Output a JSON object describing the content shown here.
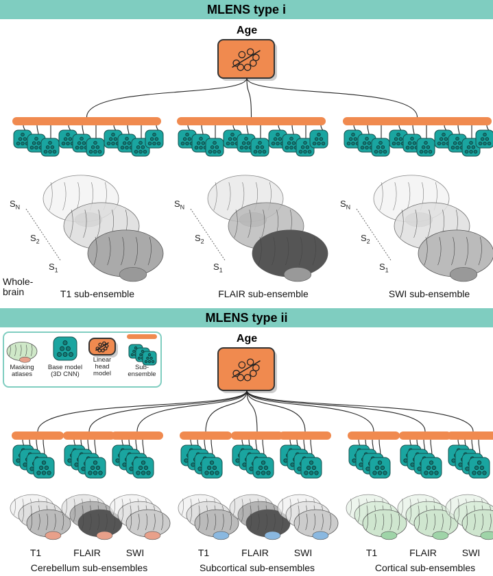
{
  "type_i": {
    "title": "MLENS type i",
    "target": "Age",
    "side_label": "Whole-\nbrain",
    "slice_labels": {
      "n": "N",
      "two": "2",
      "one": "1",
      "s": "S"
    },
    "sub_ensembles": [
      "T1 sub-ensemble",
      "FLAIR sub-ensemble",
      "SWI sub-ensemble"
    ]
  },
  "type_ii": {
    "title": "MLENS type ii",
    "target": "Age",
    "modalities": [
      "T1",
      "FLAIR",
      "SWI"
    ],
    "groups": [
      "Cerebellum sub-ensembles",
      "Subcortical sub-ensembles",
      "Cortical sub-ensembles"
    ]
  },
  "legend": {
    "items": [
      "Masking\natlases",
      "Base model\n(3D CNN)",
      "Linear\nhead\nmodel",
      "Sub-\nensemble"
    ]
  },
  "colors": {
    "header": "#7fcdc0",
    "head_model": "#f08a4f",
    "base_model": "#1aa5a0",
    "cerebellum": "#e8a08a",
    "subcortical": "#8ab8e0",
    "cortical": "#9fd4a8"
  }
}
